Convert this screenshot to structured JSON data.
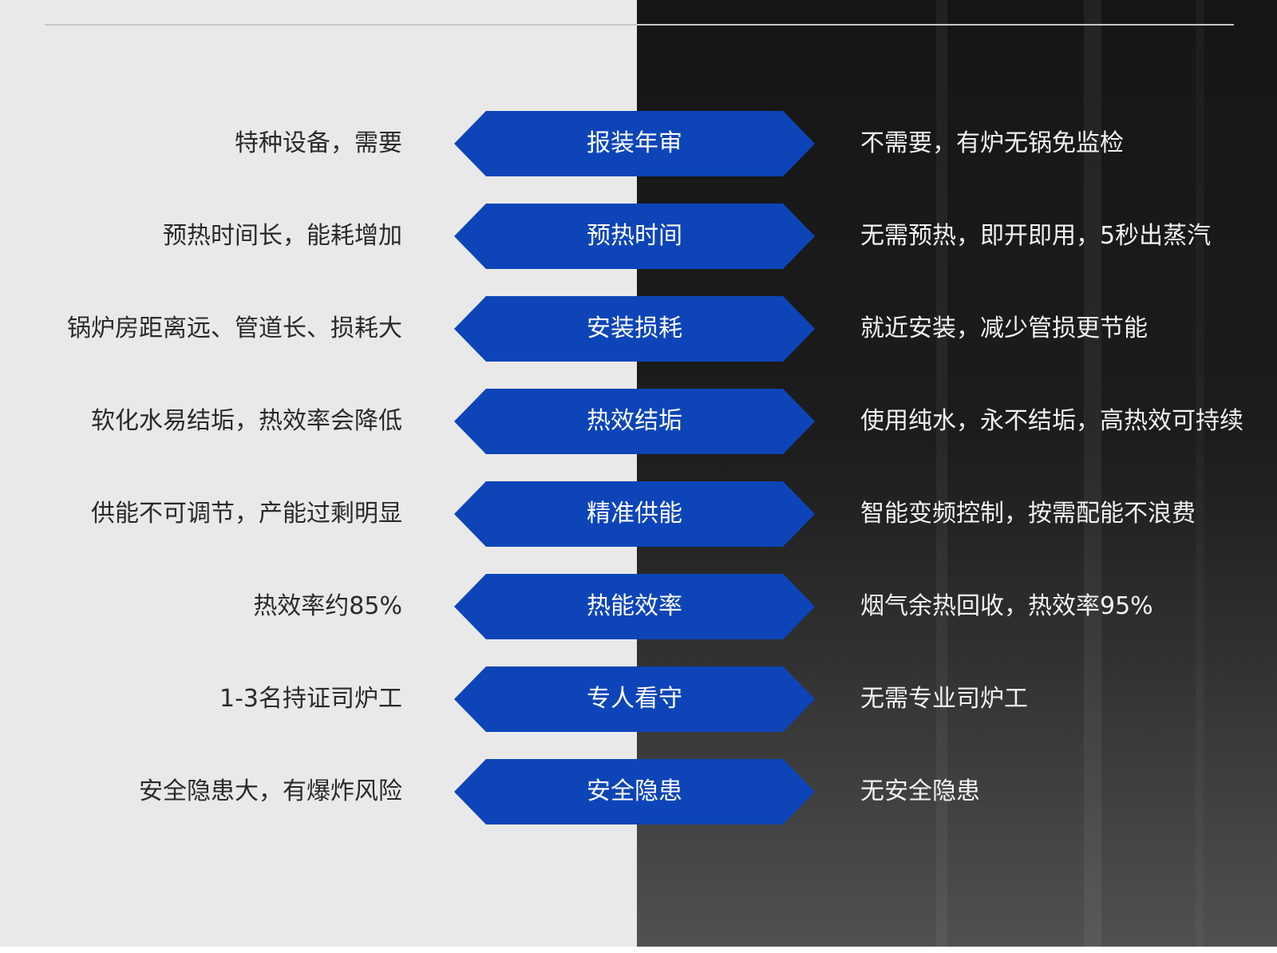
{
  "rows": [
    {
      "left": "特种设备，需要",
      "tag": "报装年审",
      "right": "不需要，有炉无锅免监检"
    },
    {
      "left": "预热时间长，能耗增加",
      "tag": "预热时间",
      "right": "无需预热，即开即用，5秒出蒸汽"
    },
    {
      "left": "锅炉房距离远、管道长、损耗大",
      "tag": "安装损耗",
      "right": "就近安装，减少管损更节能"
    },
    {
      "left": "软化水易结垢，热效率会降低",
      "tag": "热效结垢",
      "right": "使用纯水，永不结垢，高热效可持续"
    },
    {
      "left": "供能不可调节，产能过剩明显",
      "tag": "精准供能",
      "right": "智能变频控制，按需配能不浪费"
    },
    {
      "left": "热效率约85%",
      "tag": "热能效率",
      "right": "烟气余热回收，热效率95%"
    },
    {
      "left": "1-3名持证司炉工",
      "tag": "专人看守",
      "right": "无需专业司炉工"
    },
    {
      "left": "安全隐患大，有爆炸风险",
      "tag": "安全隐患",
      "right": "无安全隐患"
    }
  ],
  "colors": {
    "tag_background": "#0d45b8",
    "left_panel": "#e9e9e9",
    "right_panel": "#1c1c1c",
    "left_text": "#2a2a2a",
    "right_text": "#f2f2f2"
  }
}
